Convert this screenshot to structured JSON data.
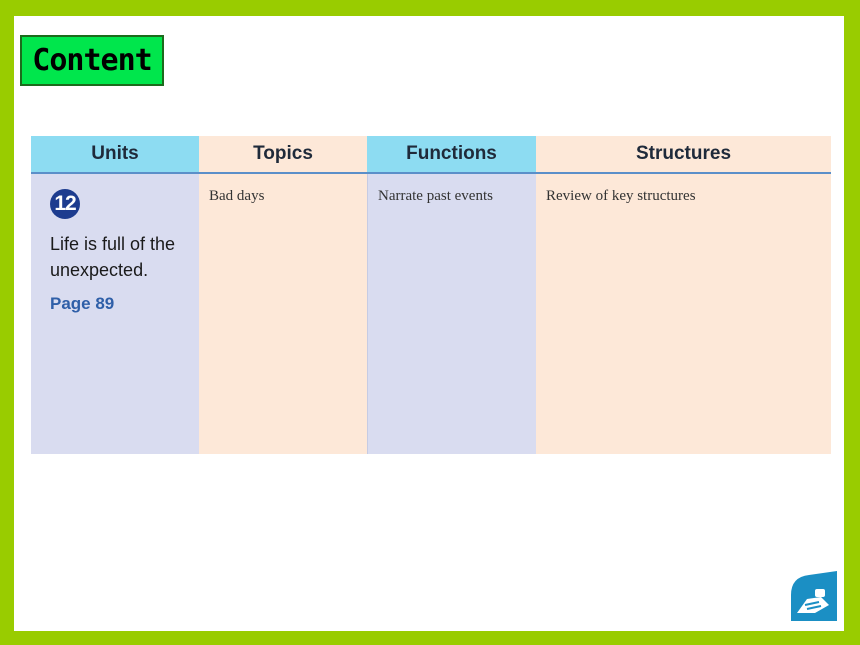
{
  "heading": {
    "label": "Content"
  },
  "table": {
    "headers": [
      "Units",
      "Topics",
      "Functions",
      "Structures"
    ],
    "row": {
      "unit_number": "12",
      "unit_title": "Life is full of the unexpected.",
      "unit_page": "Page 89",
      "topic": "Bad days",
      "function": "Narrate past events",
      "structure": "Review of key structures"
    }
  },
  "colors": {
    "frame": "#99cc00",
    "label_bg": "#00e64c",
    "header_blue": "#8ddcf2",
    "header_peach": "#fde8d8",
    "column_lavender": "#d9dcf0",
    "badge_navy": "#1d3c8f",
    "logo_teal": "#1b8fc4"
  },
  "icons": {
    "corner": "publisher-logo-icon"
  }
}
